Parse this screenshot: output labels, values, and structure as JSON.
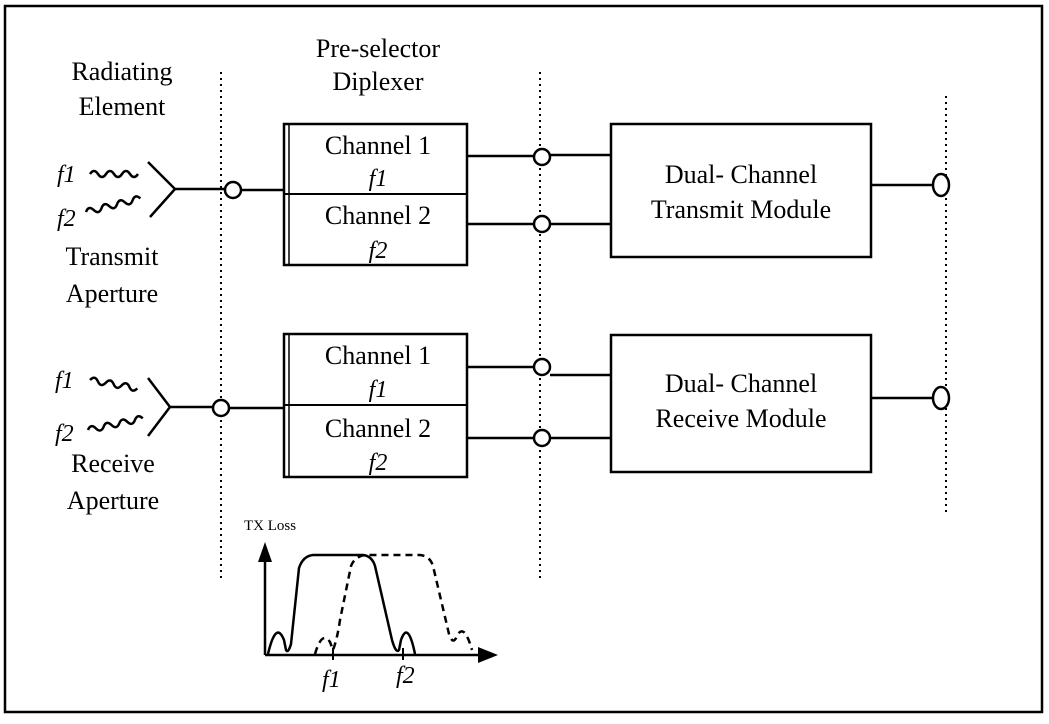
{
  "labels": {
    "radiating_element_line1": "Radiating",
    "radiating_element_line2": "Element",
    "preselector_line1": "Pre-selector",
    "preselector_line2": "Diplexer",
    "transmit_aperture_line1": "Transmit",
    "transmit_aperture_line2": "Aperture",
    "receive_aperture_line1": "Receive",
    "receive_aperture_line2": "Aperture"
  },
  "antennas": {
    "transmit": {
      "f1": "f1",
      "f2": "f2"
    },
    "receive": {
      "f1": "f1",
      "f2": "f2"
    }
  },
  "diplexers": {
    "transmit": {
      "channel1": "Channel 1",
      "channel1_freq": "f1",
      "channel2": "Channel 2",
      "channel2_freq": "f2"
    },
    "receive": {
      "channel1": "Channel 1",
      "channel1_freq": "f1",
      "channel2": "Channel 2",
      "channel2_freq": "f2"
    }
  },
  "modules": {
    "transmit": {
      "line1": "Dual- Channel",
      "line2": "Transmit Module"
    },
    "receive": {
      "line1": "Dual- Channel",
      "line2": "Receive Module"
    }
  },
  "response_plot": {
    "ylabel": "TX Loss",
    "tick_f1": "f1",
    "tick_f2": "f2"
  }
}
